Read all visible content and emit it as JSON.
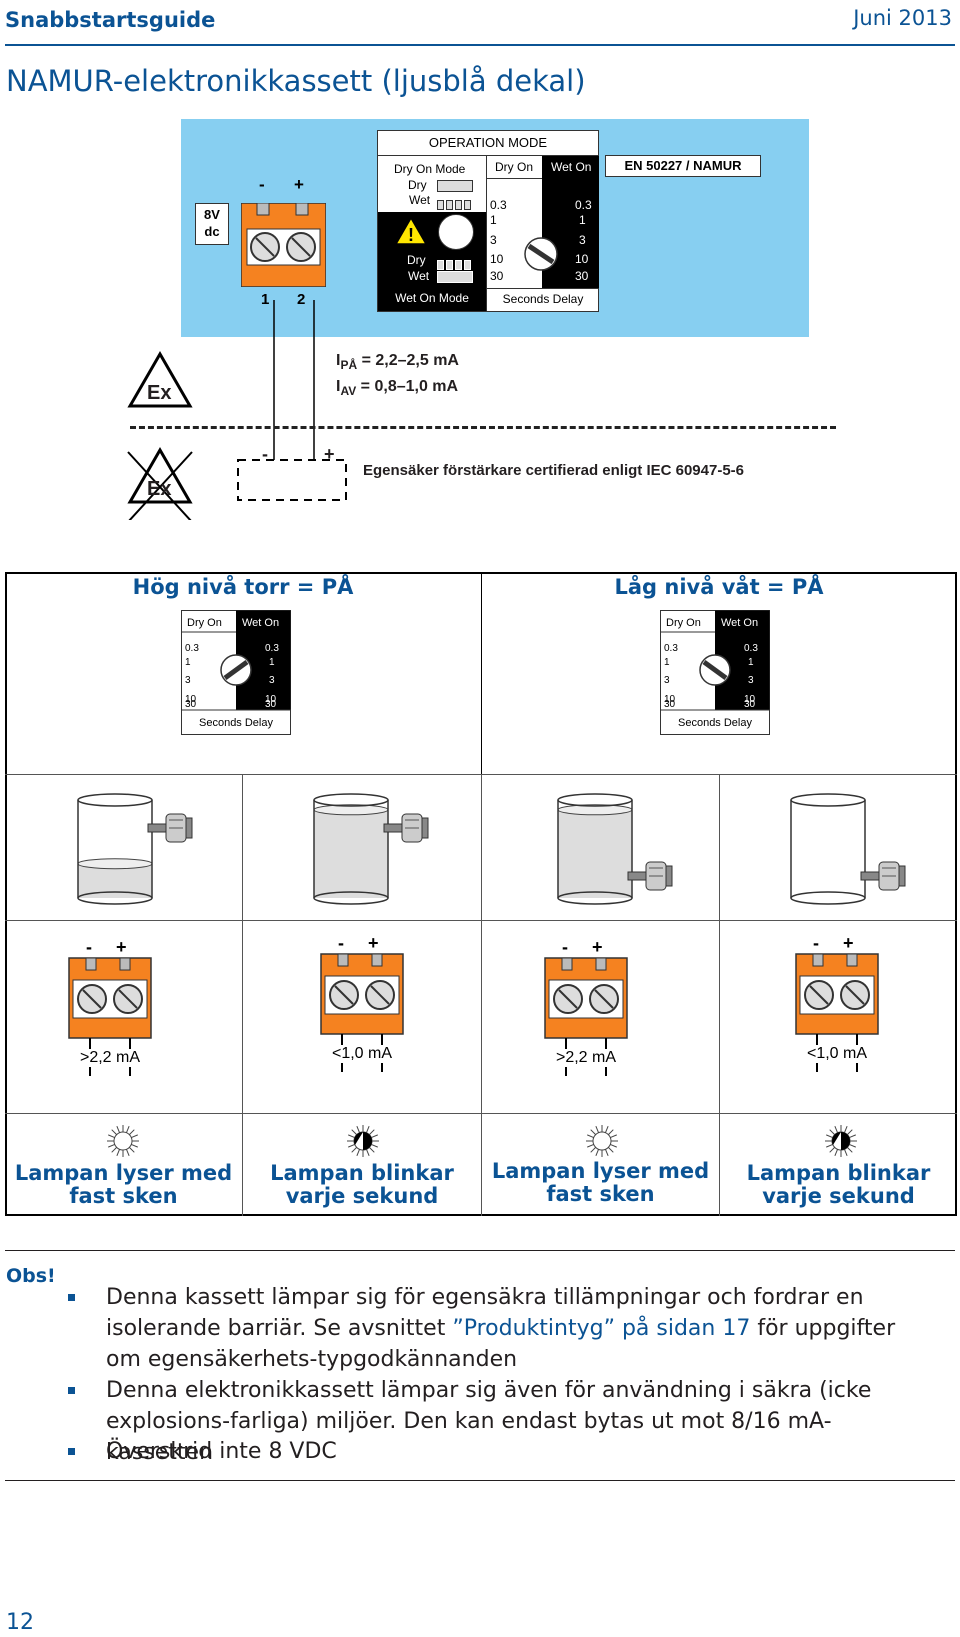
{
  "header": {
    "title": "Snabbstartsguide",
    "date": "Juni 2013"
  },
  "section": {
    "title": "NAMUR-elektronikkassett (ljusblå dekal)"
  },
  "decal": {
    "supply": [
      "8V",
      "dc"
    ],
    "terminal_signs": [
      "-",
      "+"
    ],
    "terminal_numbers": [
      "1",
      "2"
    ],
    "op_mode": "OPERATION MODE",
    "dry_on_mode": "Dry On Mode",
    "wet_on_mode": "Wet On Mode",
    "dry": "Dry",
    "wet": "Wet",
    "dry_on": "Dry On",
    "wet_on": "Wet On",
    "delays": [
      "0.3",
      "1",
      "3",
      "10",
      "30"
    ],
    "seconds_delay": "Seconds Delay",
    "standard": "EN 50227 / NAMUR",
    "warning": "!"
  },
  "ex": {
    "label": "Ex",
    "i_on_main": "I",
    "i_on_sub": "PÅ",
    "i_on_val": " = 2,2–2,5 mA",
    "i_off_main": "I",
    "i_off_sub": "AV",
    "i_off_val": " = 0,8–1,0 mA",
    "minus": "-",
    "plus": "+",
    "amp_text": "Egensäker förstärkare certifierad enligt IEC 60947-5-6"
  },
  "panels": [
    {
      "title": "Hög nivå torr = PÅ"
    },
    {
      "title": "Låg nivå våt = PÅ"
    }
  ],
  "states": [
    {
      "current": ">2,2 mA",
      "lamp": [
        "Lampan lyser med",
        "fast sken"
      ],
      "lamp_mode": "steady"
    },
    {
      "current": "<1,0 mA",
      "lamp": [
        "Lampan blinkar",
        "varje sekund"
      ],
      "lamp_mode": "blink"
    },
    {
      "current": ">2,2 mA",
      "lamp": [
        "Lampan lyser med",
        "fast sken"
      ],
      "lamp_mode": "steady"
    },
    {
      "current": "<1,0 mA",
      "lamp": [
        "Lampan blinkar",
        "varje sekund"
      ],
      "lamp_mode": "blink"
    }
  ],
  "note": {
    "label": "Obs!",
    "bullets": [
      {
        "pre": "Denna kassett lämpar sig för egensäkra tillämpningar och fordrar en isolerande barriär. Se avsnittet ",
        "link": "”Produktintyg” på sidan 17",
        "post": " för uppgifter om egensäkerhets-typgodkännanden"
      },
      {
        "pre": "Denna elektronikkassett lämpar sig även för användning i säkra (icke explosions-farliga) miljöer. Den kan endast bytas ut mot 8/16 mA-kassetten",
        "link": "",
        "post": ""
      },
      {
        "pre": "Överskrid inte 8 VDC",
        "link": "",
        "post": ""
      }
    ]
  },
  "page_number": "12",
  "colors": {
    "brand": "#0b5394",
    "decal": "#87cff1",
    "terminal": "#f58220"
  }
}
